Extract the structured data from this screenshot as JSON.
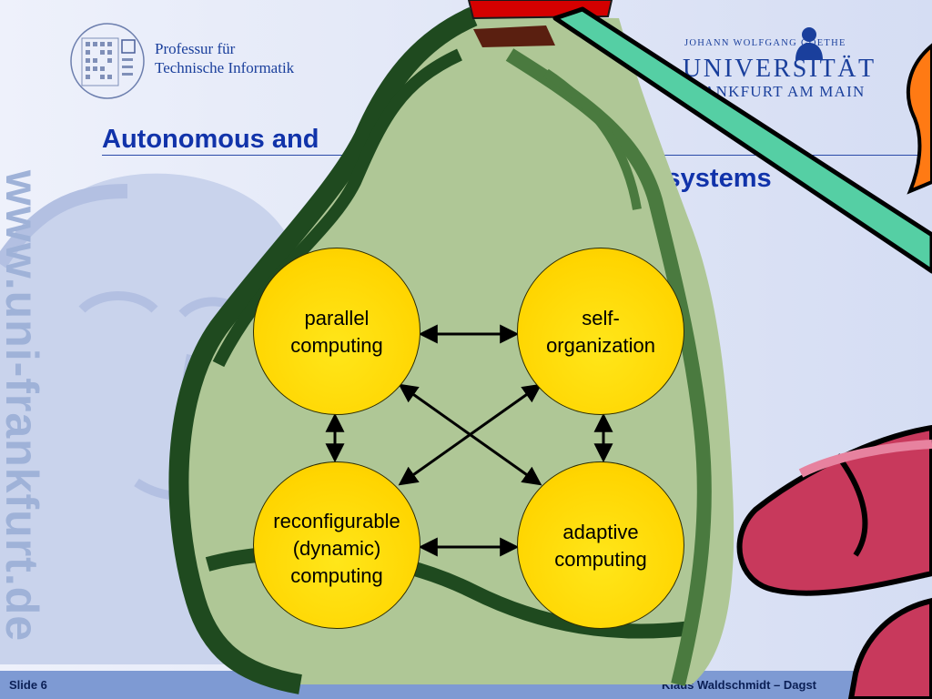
{
  "header": {
    "chair_line1": "Professur für",
    "chair_line2": "Technische Informatik",
    "uni_top": "JOHANN WOLFGANG   GOETHE",
    "uni_name": "UNIVERSITÄT",
    "uni_city": "FRANKFURT AM MAIN"
  },
  "title": {
    "line1": "Autonomous and",
    "line2": "ing systems"
  },
  "side_url": "www.uni-frankfurt.de",
  "diagram": {
    "nodes": [
      {
        "id": "parallel",
        "label": "parallel\ncomputing"
      },
      {
        "id": "self",
        "label": "self-\norganization"
      },
      {
        "id": "reconf",
        "label": "reconfigurable\n(dynamic)\ncomputing"
      },
      {
        "id": "adaptive",
        "label": "adaptive\ncomputing"
      }
    ],
    "edges": [
      {
        "from": "parallel",
        "to": "self",
        "directed": "both"
      },
      {
        "from": "parallel",
        "to": "reconf",
        "directed": "both"
      },
      {
        "from": "self",
        "to": "adaptive",
        "directed": "both"
      },
      {
        "from": "reconf",
        "to": "adaptive",
        "directed": "both"
      },
      {
        "from": "parallel",
        "to": "adaptive",
        "directed": "both"
      },
      {
        "from": "self",
        "to": "reconf",
        "directed": "both"
      }
    ]
  },
  "footer": {
    "slide": "Slide 6",
    "author": "Klaus Waldschmidt – Dagst"
  },
  "colors": {
    "title": "#1133aa",
    "node_fill": "#ffd500",
    "bag_fill": "#afc796",
    "bag_outline": "#1f4a1f",
    "footer": "#7e9ad3"
  }
}
